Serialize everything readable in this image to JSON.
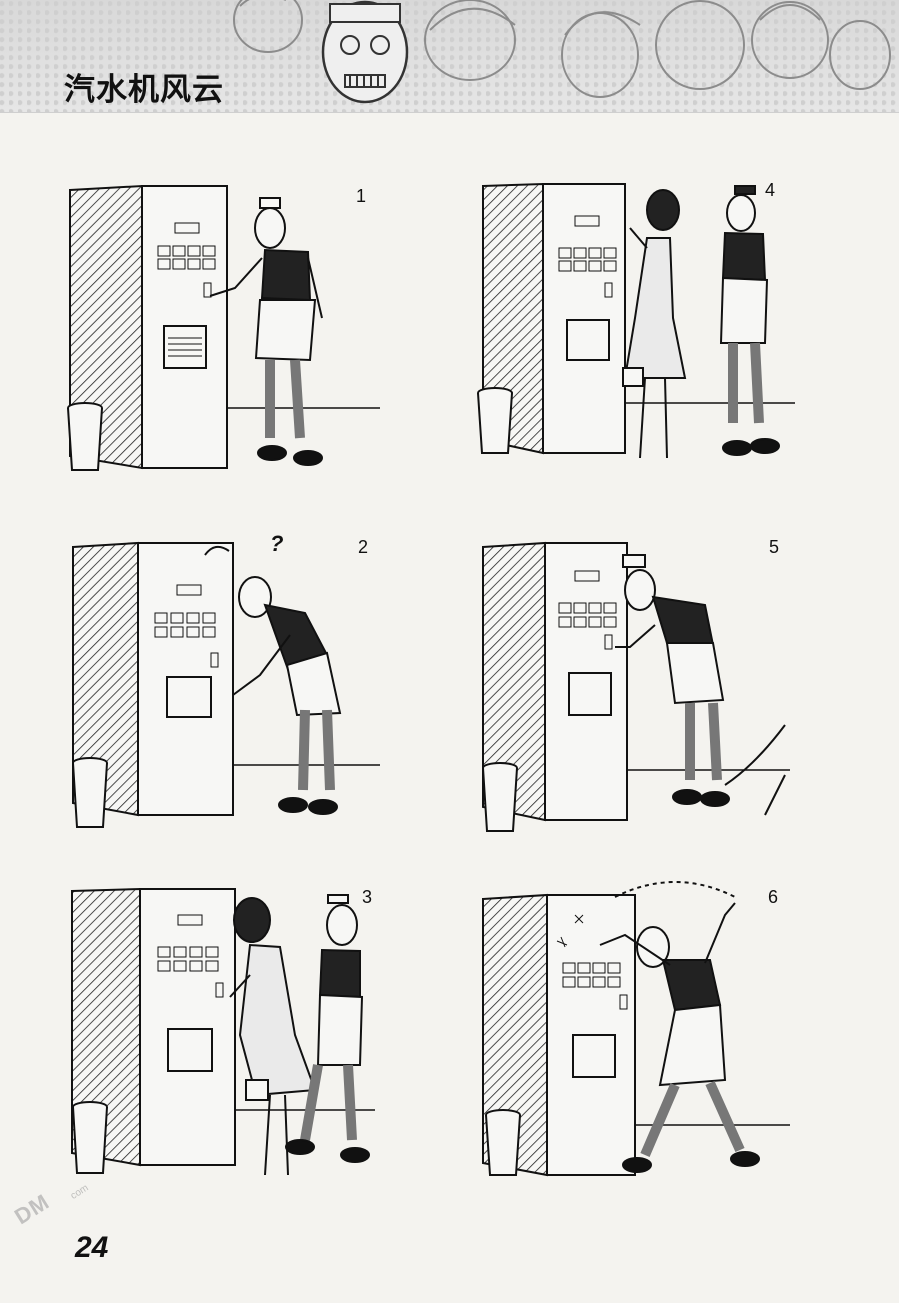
{
  "page": {
    "title": "汽水机风云",
    "page_number": "24",
    "watermark": {
      "logo_text": "DM",
      "domain_text": "com"
    }
  },
  "panels": [
    {
      "number": "1"
    },
    {
      "number": "4"
    },
    {
      "number": "2",
      "exclaim": "?"
    },
    {
      "number": "5"
    },
    {
      "number": "3"
    },
    {
      "number": "6"
    }
  ],
  "icons": [
    "vending-machine-icon",
    "trash-can-icon",
    "man-figure-icon",
    "woman-figure-icon"
  ]
}
